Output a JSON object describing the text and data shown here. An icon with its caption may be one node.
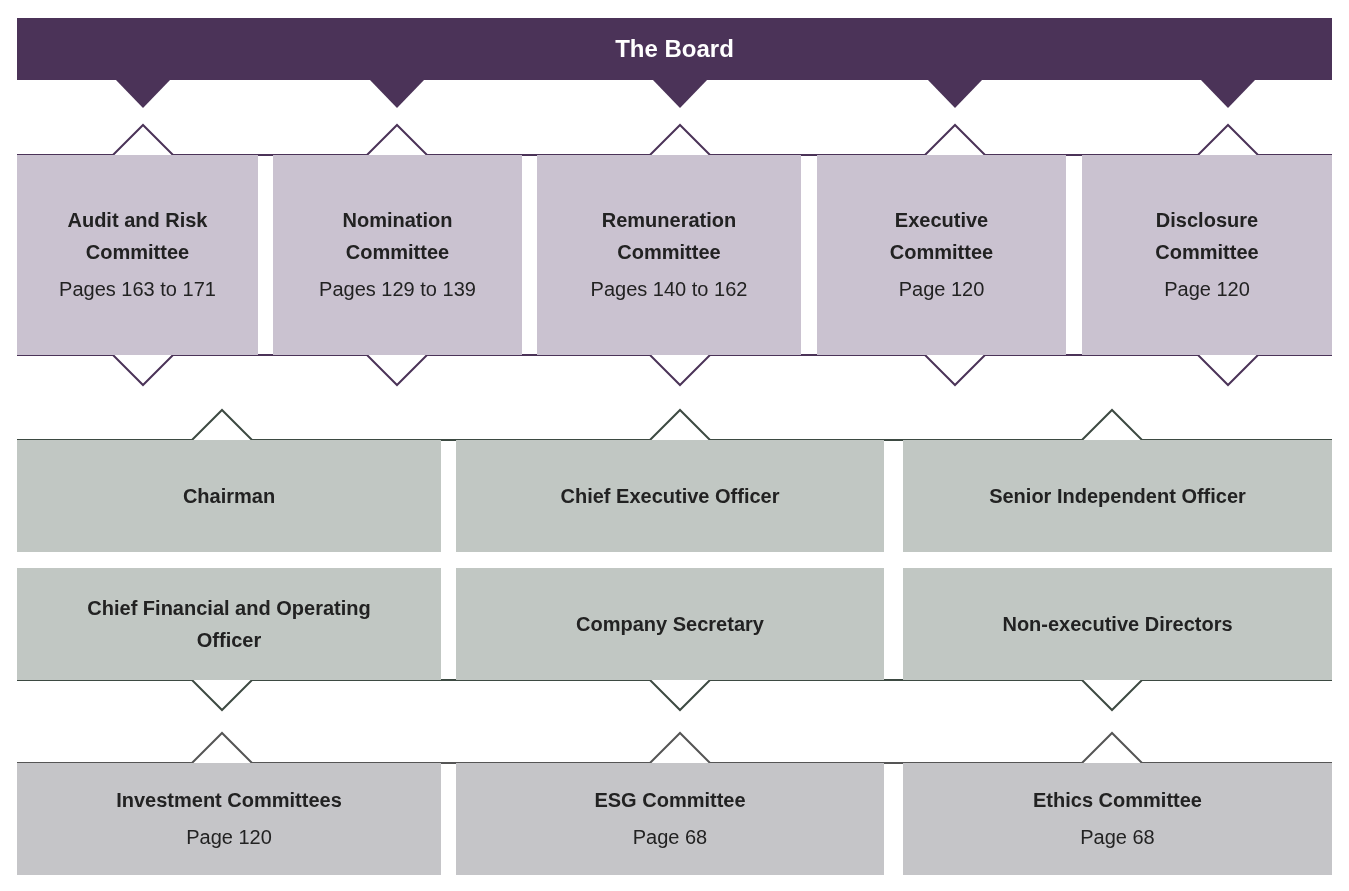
{
  "diagram": {
    "nodes": [
      {
        "text": [
          "The Board"
        ]
      },
      {
        "text": [
          "Audit and Risk Committee",
          "Pages 163 to 171"
        ]
      },
      {
        "text": [
          "Nomination Committee",
          "Pages 129 to 139"
        ]
      },
      {
        "text": [
          "Remuneration Committee",
          "Pages 140 to 162"
        ]
      },
      {
        "text": [
          "Executive Committee",
          "Page 120"
        ]
      },
      {
        "text": [
          "Disclosure Committee",
          "Page 120"
        ]
      },
      {
        "text": [
          "Chairman"
        ]
      },
      {
        "text": [
          "Chief Executive Officer"
        ]
      },
      {
        "text": [
          "Senior Independent Officer"
        ]
      },
      {
        "text": [
          "Chief Financial and Operating Officer"
        ]
      },
      {
        "text": [
          "Company Secretary"
        ]
      },
      {
        "text": [
          "Non-executive Directors"
        ]
      },
      {
        "text": [
          "Investment Committees",
          "Page 120"
        ]
      },
      {
        "text": [
          "ESG Committee",
          "Page 68"
        ]
      },
      {
        "text": [
          "Ethics Committee",
          "Page 68"
        ]
      }
    ]
  }
}
